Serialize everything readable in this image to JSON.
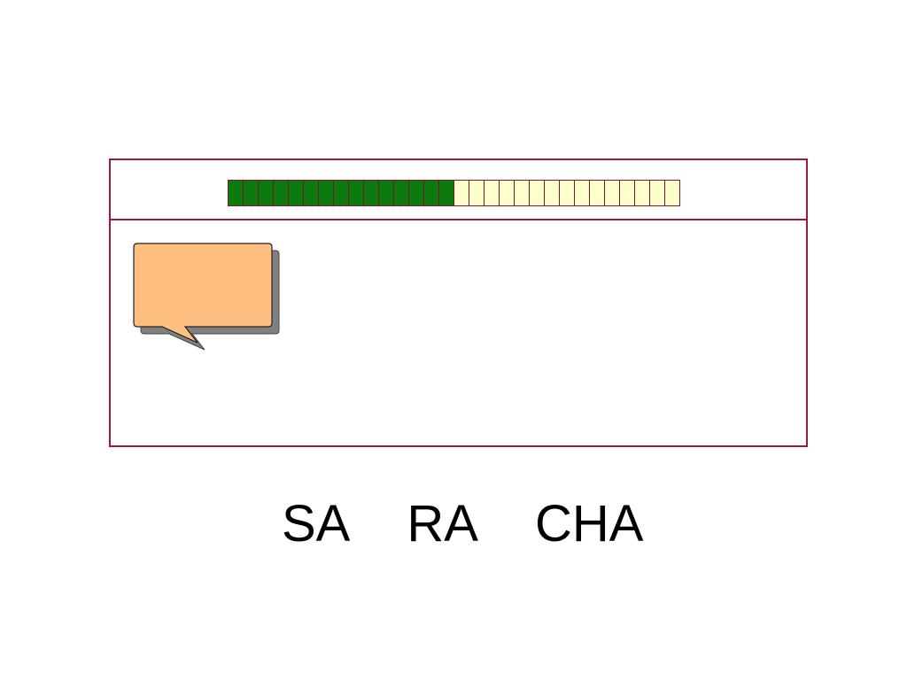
{
  "colors": {
    "frame": "#a1173f",
    "filled_cell": "#0c7a0c",
    "empty_cell": "#ffffcc",
    "bubble_fill": "#ffbf80",
    "bubble_shadow": "#808080"
  },
  "progress": {
    "total_cells": 30,
    "filled_cells": 15
  },
  "labels": [
    "SA",
    "RA",
    "CHA"
  ]
}
